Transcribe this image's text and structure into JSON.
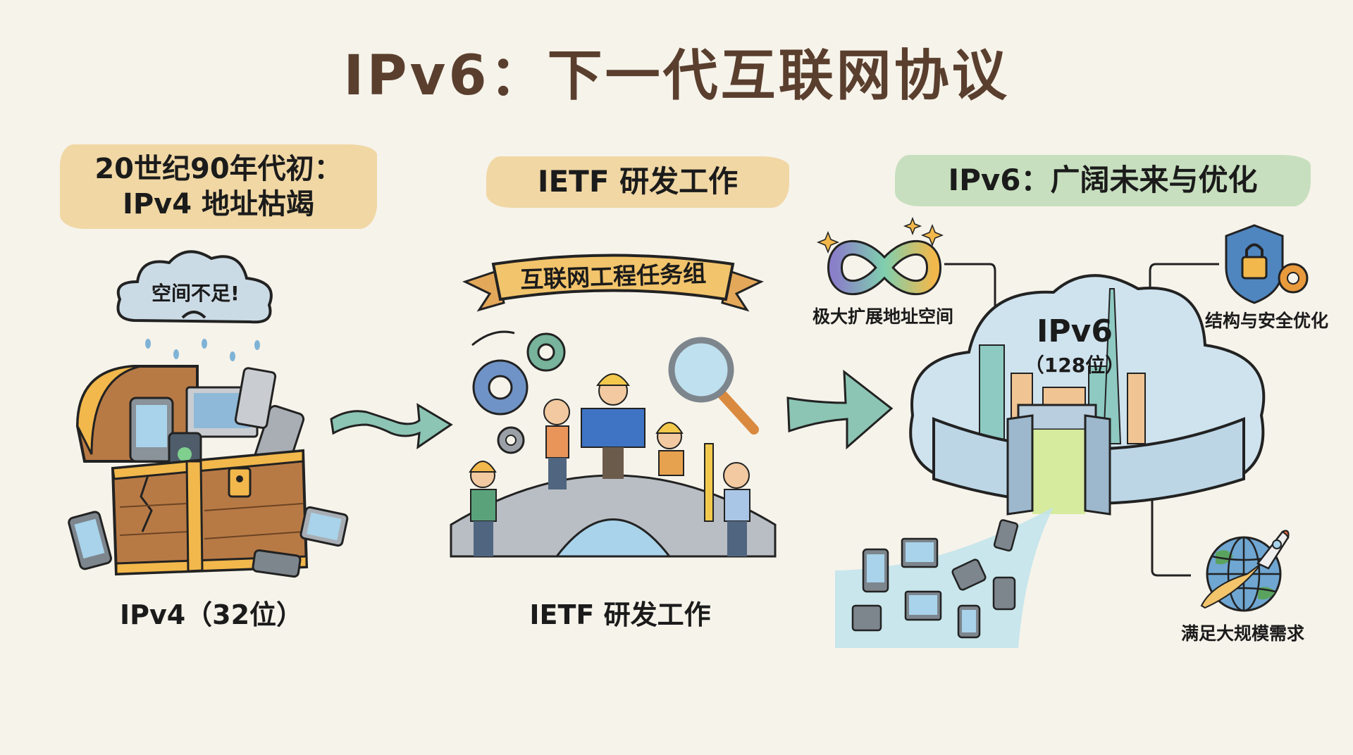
{
  "title": "IPv6：下一代互联网协议",
  "sections": {
    "left": {
      "heading_line1": "20世纪90年代初：",
      "heading_line2": "IPv4 地址枯竭",
      "cloud_text": "空间不足!",
      "caption": "IPv4（32位）"
    },
    "middle": {
      "heading": "IETF 研发工作",
      "banner": "互联网工程任务组",
      "caption": "IETF 研发工作"
    },
    "right": {
      "heading": "IPv6：广阔未来与优化",
      "cloud_title": "IPv6",
      "cloud_subtitle": "（128位）",
      "features": [
        {
          "icon": "infinity-icon",
          "label": "极大扩展地址空间"
        },
        {
          "icon": "shield-lock-icon",
          "label": "结构与安全优化"
        },
        {
          "icon": "globe-rocket-icon",
          "label": "满足大规模需求"
        }
      ]
    }
  },
  "colors": {
    "title": "#5a3f2e",
    "tan_highlight": "#f0d7a4",
    "green_highlight": "#c7dfbe",
    "arrow": "#8cc5b3",
    "cloud": "#cfe3ee",
    "chest": "#b87a45",
    "gold": "#f2b84b"
  }
}
